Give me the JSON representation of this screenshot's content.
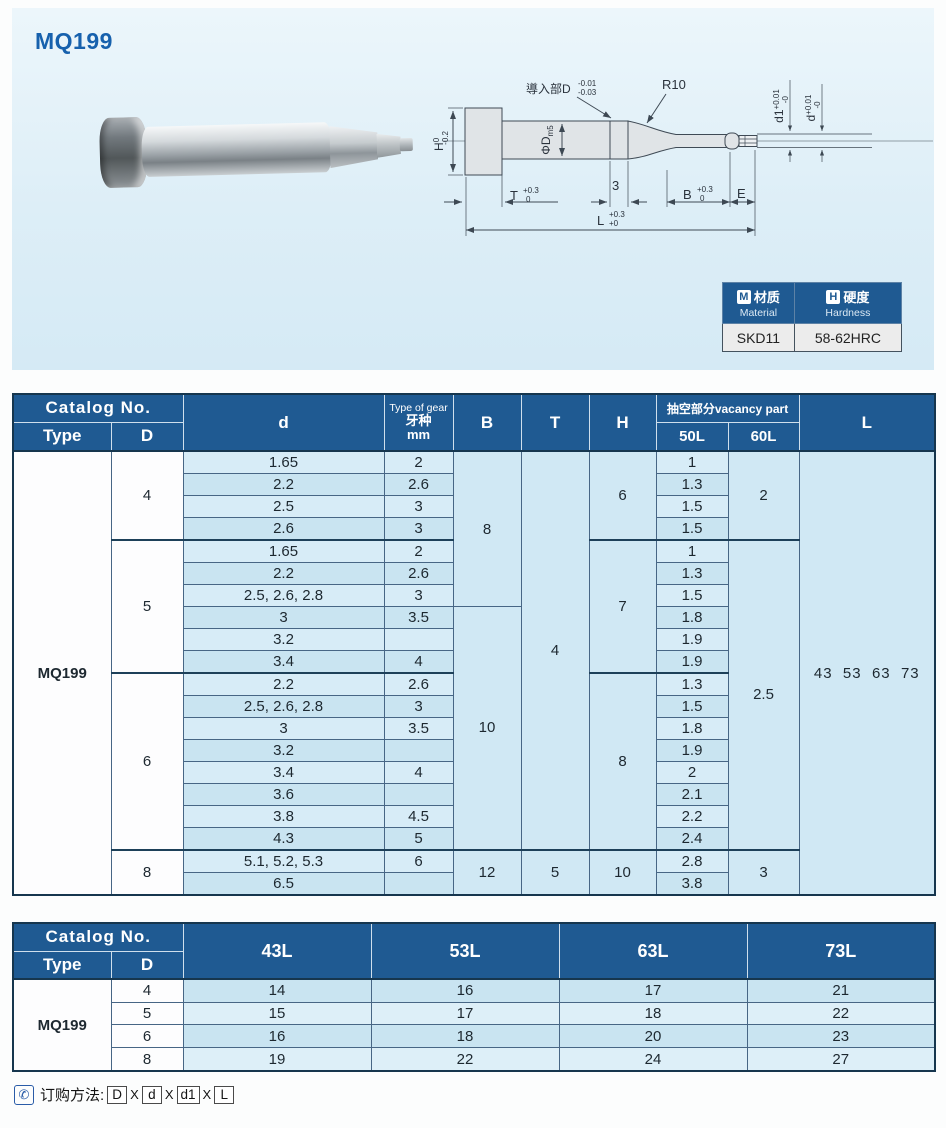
{
  "page": {
    "title": "MQ199"
  },
  "drawing": {
    "labels": {
      "lead_in": "導入部D",
      "lead_in_tol_top": "-0.01",
      "lead_in_tol_bot": "-0.03",
      "radius": "R10",
      "h": "H",
      "h_tol_top": "0",
      "h_tol_bot": "-0.2",
      "phi_d": "ΦD",
      "phi_d_sub": "m5",
      "d1": "d1",
      "d1_tol_top": "+0.01",
      "d1_tol_bot": "-0",
      "d": "d",
      "d_tol_top": "+0.01",
      "d_tol_bot": "-0",
      "t": "T",
      "t_tol_top": "+0.3",
      "t_tol_bot": "0",
      "seg3": "3",
      "b": "B",
      "b_tol_top": "+0.3",
      "b_tol_bot": "0",
      "e": "E",
      "l": "L",
      "l_tol_top": "+0.3",
      "l_tol_bot": "+0"
    }
  },
  "material": {
    "m_badge": "M",
    "m_zh": "材质",
    "m_en": "Material",
    "h_badge": "H",
    "h_zh": "硬度",
    "h_en": "Hardness",
    "values": [
      "SKD11",
      "58-62HRC"
    ]
  },
  "table1": {
    "header": {
      "catalog_no": "Catalog No.",
      "type": "Type",
      "d_upper": "D",
      "d": "d",
      "gear1": "Type of gear",
      "gear2": "牙种",
      "gear3": "mm",
      "b": "B",
      "t": "T",
      "h": "H",
      "vacancy": "抽空部分vacancy part",
      "l50": "50L",
      "l60": "60L",
      "l": "L"
    },
    "type_value": "MQ199",
    "l_value": "43  53  63  73",
    "b_col": [
      {
        "value": "8",
        "span": 7
      },
      {
        "value": "10",
        "span": 11
      },
      {
        "value": "12",
        "span": 2
      }
    ],
    "t_col": [
      {
        "value": "4",
        "span": 18
      },
      {
        "value": "5",
        "span": 2
      }
    ],
    "l60_col": [
      {
        "value": "2",
        "span": 4
      },
      {
        "value": "2.5",
        "span": 14
      },
      {
        "value": "3",
        "span": 2
      }
    ],
    "groups": [
      {
        "D": "4",
        "H": "6",
        "rows": [
          {
            "d": "1.65",
            "gear": "2",
            "l50": "1"
          },
          {
            "d": "2.2",
            "gear": "2.6",
            "l50": "1.3"
          },
          {
            "d": "2.5",
            "gear": "3",
            "l50": "1.5"
          },
          {
            "d": "2.6",
            "gear": "3",
            "l50": "1.5"
          }
        ]
      },
      {
        "D": "5",
        "H": "7",
        "rows": [
          {
            "d": "1.65",
            "gear": "2",
            "l50": "1"
          },
          {
            "d": "2.2",
            "gear": "2.6",
            "l50": "1.3"
          },
          {
            "d": "2.5, 2.6, 2.8",
            "gear": "3",
            "l50": "1.5"
          },
          {
            "d": "3",
            "gear": "3.5",
            "l50": "1.8"
          },
          {
            "d": "3.2",
            "gear": "",
            "l50": "1.9"
          },
          {
            "d": "3.4",
            "gear": "4",
            "l50": "1.9"
          }
        ]
      },
      {
        "D": "6",
        "H": "8",
        "rows": [
          {
            "d": "2.2",
            "gear": "2.6",
            "l50": "1.3"
          },
          {
            "d": "2.5, 2.6, 2.8",
            "gear": "3",
            "l50": "1.5"
          },
          {
            "d": "3",
            "gear": "3.5",
            "l50": "1.8"
          },
          {
            "d": "3.2",
            "gear": "",
            "l50": "1.9"
          },
          {
            "d": "3.4",
            "gear": "4",
            "l50": "2"
          },
          {
            "d": "3.6",
            "gear": "",
            "l50": "2.1"
          },
          {
            "d": "3.8",
            "gear": "4.5",
            "l50": "2.2"
          },
          {
            "d": "4.3",
            "gear": "5",
            "l50": "2.4"
          }
        ]
      },
      {
        "D": "8",
        "H": "10",
        "rows": [
          {
            "d": "5.1, 5.2, 5.3",
            "gear": "6",
            "l50": "2.8"
          },
          {
            "d": "6.5",
            "gear": "",
            "l50": "3.8"
          }
        ]
      }
    ]
  },
  "table2": {
    "header": {
      "catalog_no": "Catalog No.",
      "type": "Type",
      "d": "D",
      "cols": [
        "43L",
        "53L",
        "63L",
        "73L"
      ]
    },
    "type_value": "MQ199",
    "rows": [
      {
        "D": "4",
        "values": [
          "14",
          "16",
          "17",
          "21"
        ]
      },
      {
        "D": "5",
        "values": [
          "15",
          "17",
          "18",
          "22"
        ]
      },
      {
        "D": "6",
        "values": [
          "16",
          "18",
          "20",
          "23"
        ]
      },
      {
        "D": "8",
        "values": [
          "19",
          "22",
          "24",
          "27"
        ]
      }
    ]
  },
  "order": {
    "label": "订购方法:",
    "sep": "X",
    "parts": [
      "D",
      "d",
      "d1",
      "L"
    ]
  }
}
